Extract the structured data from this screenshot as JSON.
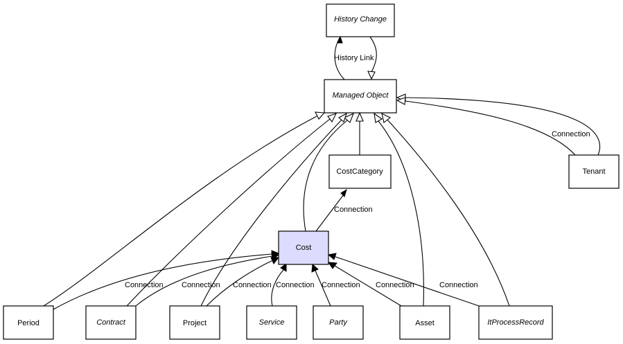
{
  "diagram": {
    "nodes": {
      "history_change": "History Change",
      "managed_object": "Managed Object",
      "cost_category": "CostCategory",
      "tenant": "Tenant",
      "cost": "Cost",
      "period": "Period",
      "contract": "Contract",
      "project": "Project",
      "service": "Service",
      "party": "Party",
      "asset": "Asset",
      "itprocessrecord": "ItProcessRecord"
    },
    "edge_labels": {
      "history_link": "History Link",
      "tenant_connection": "Connection",
      "costcategory_connection": "Connection",
      "period_connection": "Connection",
      "contract_connection": "Connection",
      "project_connection": "Connection",
      "service_connection": "Connection",
      "party_connection": "Connection",
      "asset_connection": "Connection",
      "itprocessrecord_connection": "Connection"
    }
  }
}
